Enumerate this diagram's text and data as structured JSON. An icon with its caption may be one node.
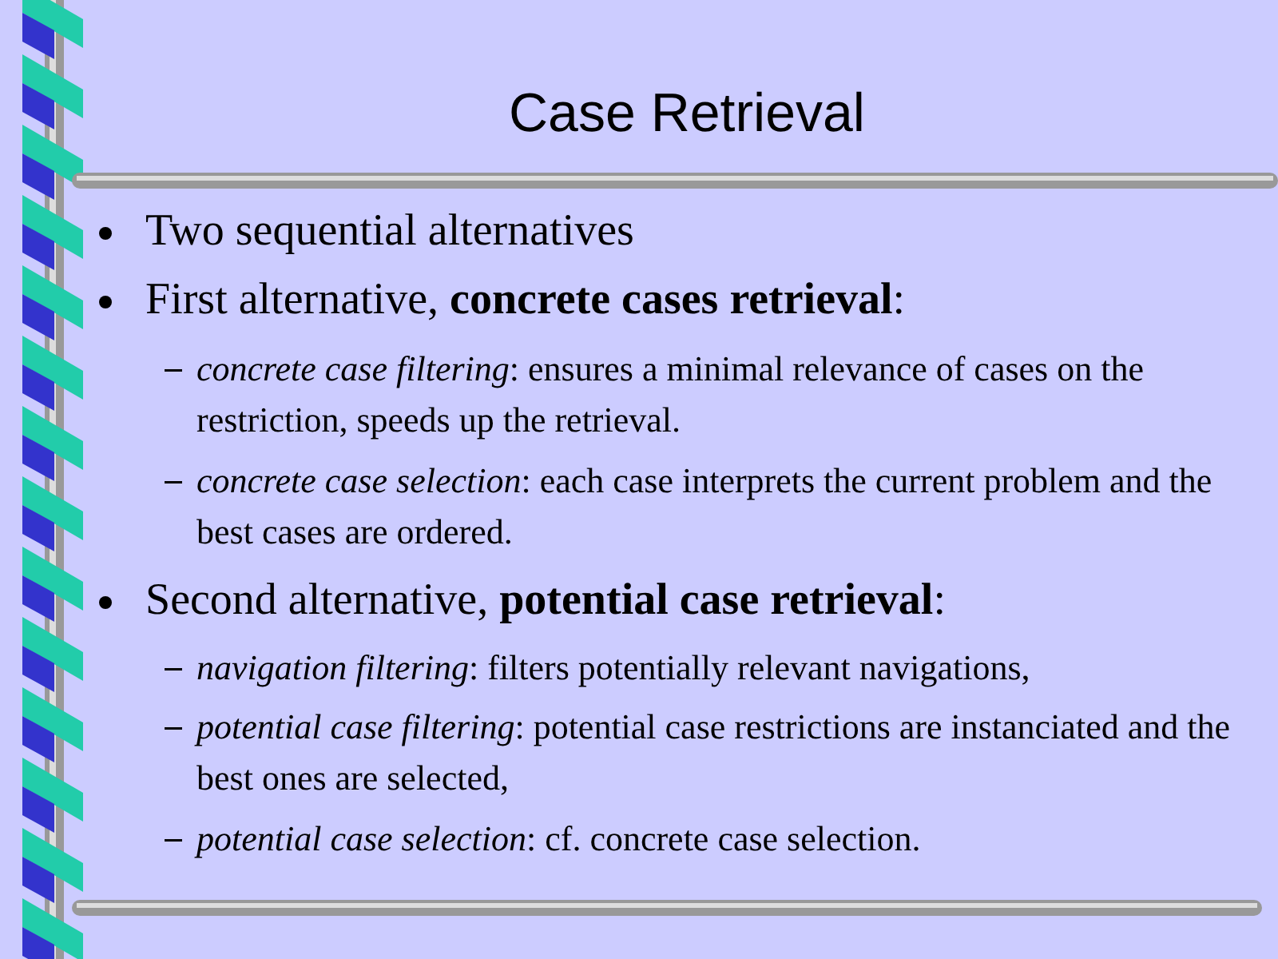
{
  "diagram": {
    "title": "Case Retrieval",
    "labels": [
      "Two sequential alternatives",
      "First alternative, **concrete cases retrieval**:",
      "*concrete case filtering*: ensures a minimal relevance of cases on the restriction, speeds up the retrieval.",
      "*concrete case selection*: each case interprets the current problem and the best cases are ordered.",
      "Second alternative, **potential case retrieval**:",
      "*navigation filtering*: filters potentially relevant navigations,",
      "*potential case filtering*: potential case restrictions are instanciated and  the best ones are selected,",
      "*potential case selection*: cf. concrete case selection."
    ]
  }
}
